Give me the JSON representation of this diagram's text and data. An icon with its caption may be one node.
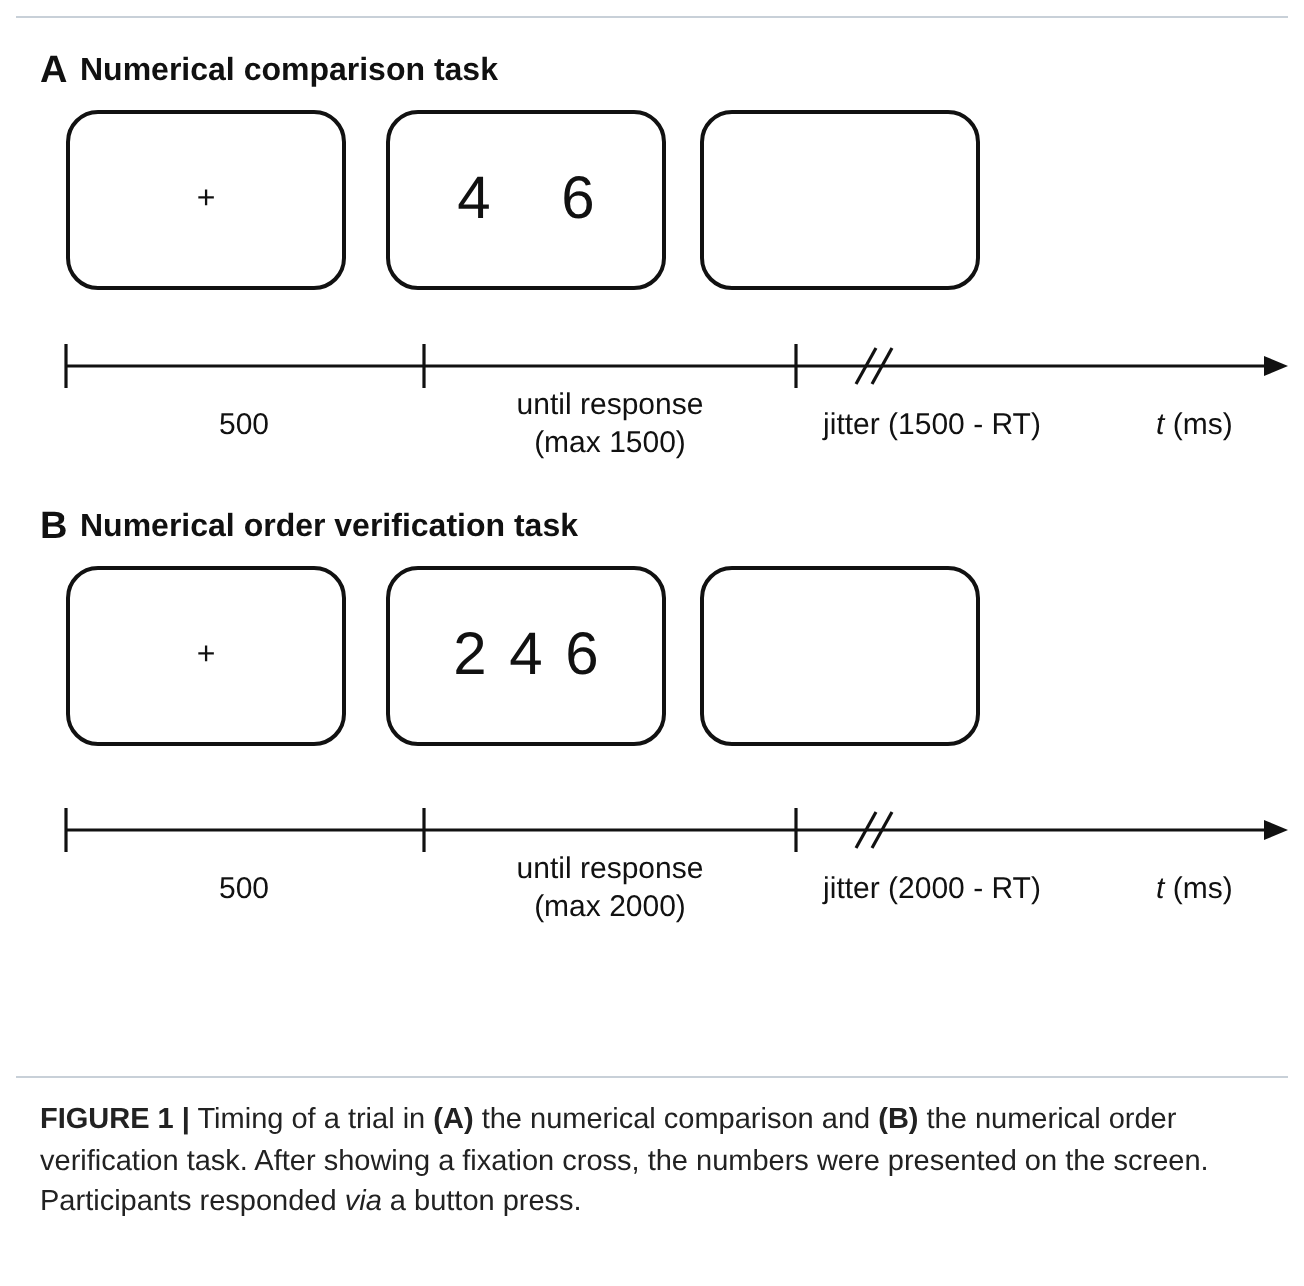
{
  "diagram": {
    "caption": "**FIGURE 1 |** Timing of a trial in **(A)** the numerical comparison and **(B)** the numerical order verification task. After showing a fixation cross, the numbers were presented on the screen. Participants responded *via* a button press.",
    "nodes": [
      {
        "text": [
          "+"
        ]
      },
      {
        "text": [
          "4 6"
        ]
      },
      {
        "text": [],
        "shape": "box"
      },
      {
        "text": [
          "+"
        ]
      },
      {
        "text": [
          "2 4 6"
        ]
      },
      {
        "text": [],
        "shape": "box"
      }
    ],
    "labels": [
      "A",
      "Numerical comparison task",
      "500",
      "until response (max 1500)",
      "jitter (1500 - RT)",
      "*t* (ms)",
      "B",
      "Numerical order verification task",
      "500",
      "until response (max 2000)",
      "jitter (2000 - RT)",
      "*t* (ms)"
    ]
  }
}
